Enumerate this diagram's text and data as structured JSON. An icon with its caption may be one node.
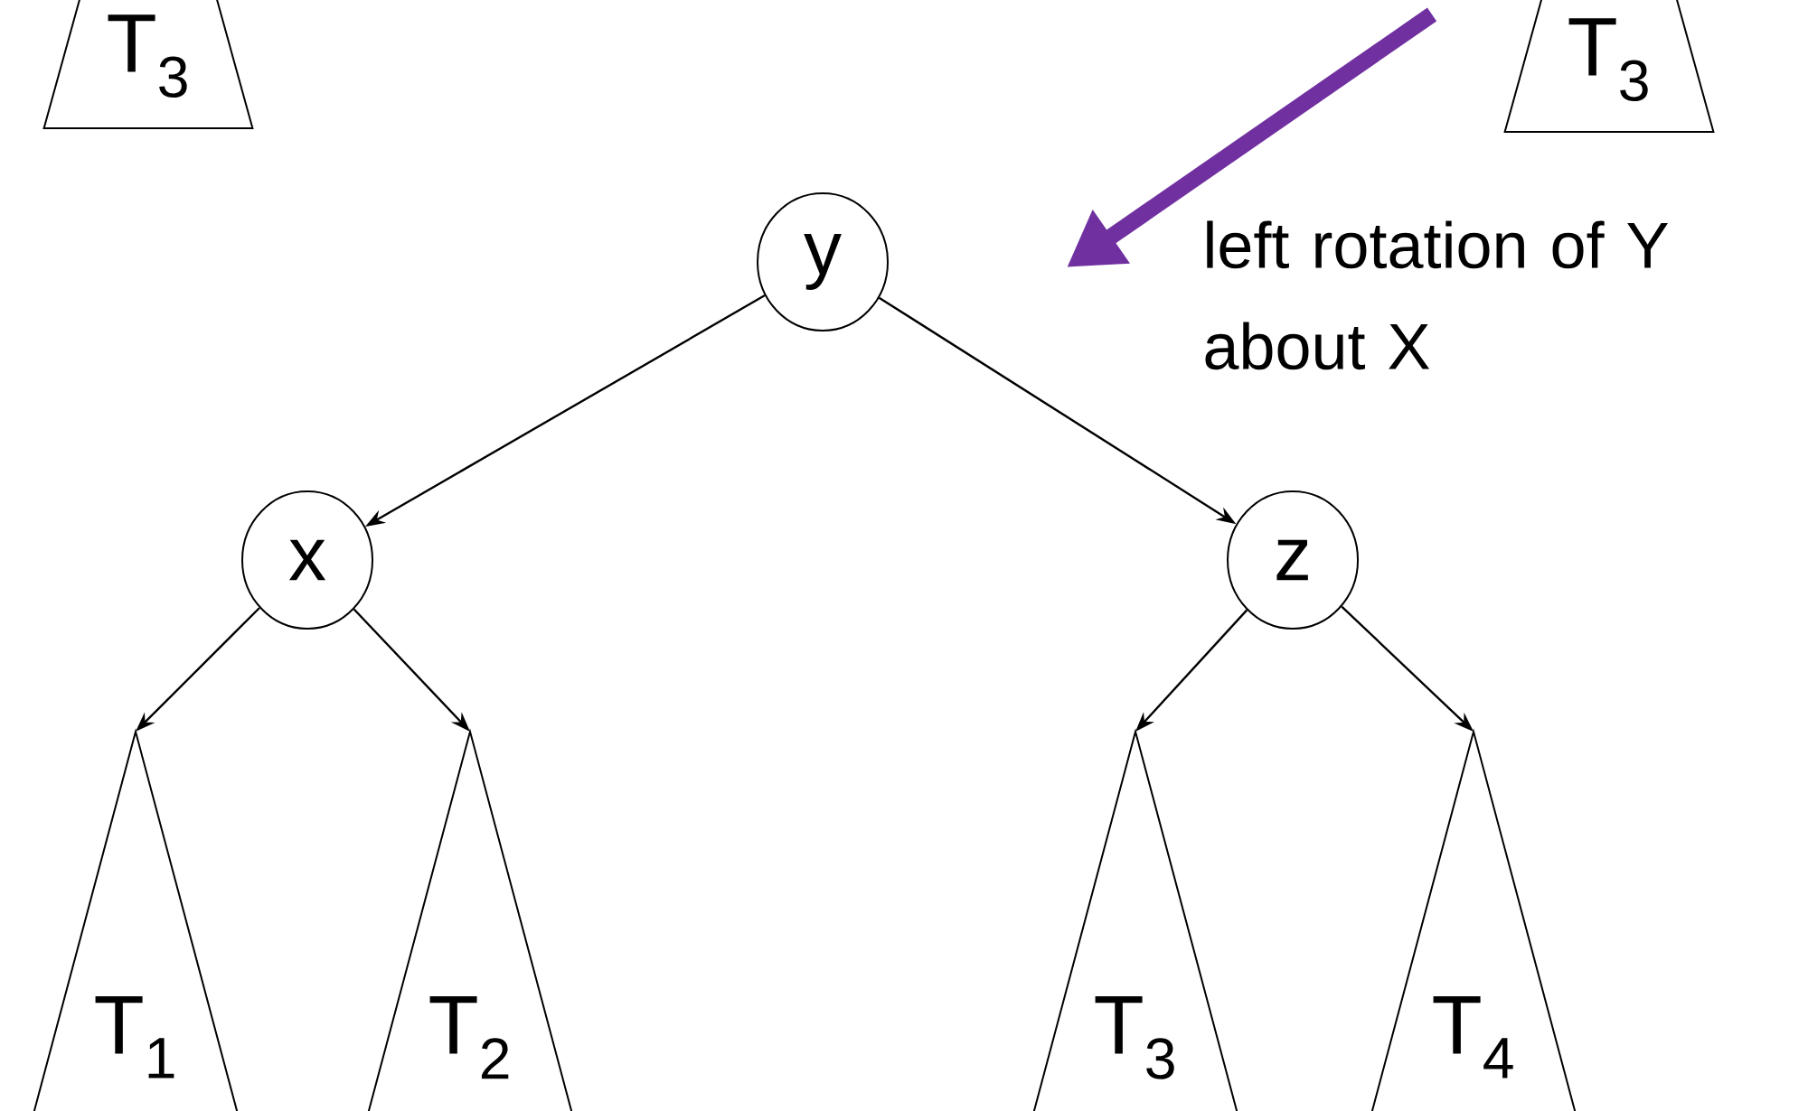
{
  "diagram": {
    "nodes": [
      {
        "text": [
          "T$_{3}$"
        ]
      },
      {
        "text": [
          "T$_{3}$"
        ]
      },
      {
        "text": [
          "y"
        ]
      },
      {
        "text": [
          "x"
        ]
      },
      {
        "text": [
          "z"
        ]
      },
      {
        "text": [
          "T$_{1}$"
        ]
      },
      {
        "text": [
          "T$_{2}$"
        ]
      },
      {
        "text": [
          "T$_{3}$"
        ]
      },
      {
        "text": [
          "T$_{4}$"
        ]
      }
    ],
    "edges": [
      {
        "from": 2,
        "to": 3,
        "arrow": "to"
      },
      {
        "from": 2,
        "to": 4,
        "arrow": "to"
      },
      {
        "from": 3,
        "to": 5,
        "arrow": "to"
      },
      {
        "from": 3,
        "to": 6,
        "arrow": "to"
      },
      {
        "from": 4,
        "to": 7,
        "arrow": "to"
      },
      {
        "from": 4,
        "to": 8,
        "arrow": "to"
      }
    ],
    "labels": [
      "left rotation of Y about X"
    ]
  }
}
